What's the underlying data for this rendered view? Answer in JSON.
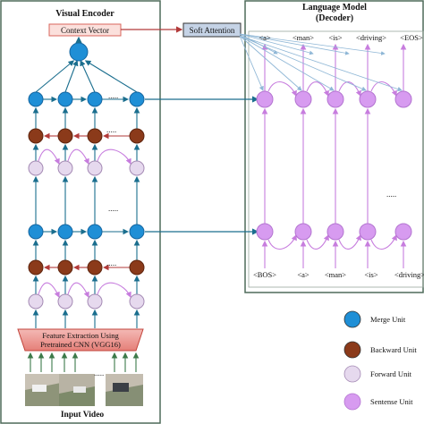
{
  "encoder": {
    "title": "Visual Encoder",
    "context_vector": "Context Vector",
    "feature_extraction_line1": "Feature Extraction Using",
    "feature_extraction_line2": "Pretrained CNN (VGG16)",
    "input_label": "Input Video",
    "ellipsis": "....."
  },
  "attention": {
    "label": "Soft Attention"
  },
  "decoder": {
    "title_line1": "Language Model",
    "title_line2": "(Decoder)",
    "output_tokens": [
      "<a>",
      "<man>",
      "<is>",
      "<driving>",
      "<EOS>"
    ],
    "input_tokens": [
      "<BOS>",
      "<a>",
      "<man>",
      "<is>",
      "<driving>"
    ]
  },
  "legend": {
    "items": [
      {
        "label": "Merge Unit",
        "color": "#1f8fd6"
      },
      {
        "label": "Backward Unit",
        "color": "#8b3a1a"
      },
      {
        "label": "Forward Unit",
        "color": "#e6d9ee"
      },
      {
        "label": "Sentense Unit",
        "color": "#d79bf0"
      }
    ]
  },
  "colors": {
    "merge": "#1f8fd6",
    "backward": "#8b3a1a",
    "forward": "#e6d9ee",
    "sentence": "#d79bf0",
    "teal_arrow": "#1a6e8e",
    "red_arrow": "#b23a3a",
    "purple_arrow": "#c77dde",
    "panel_border": "#4f6b5a"
  }
}
